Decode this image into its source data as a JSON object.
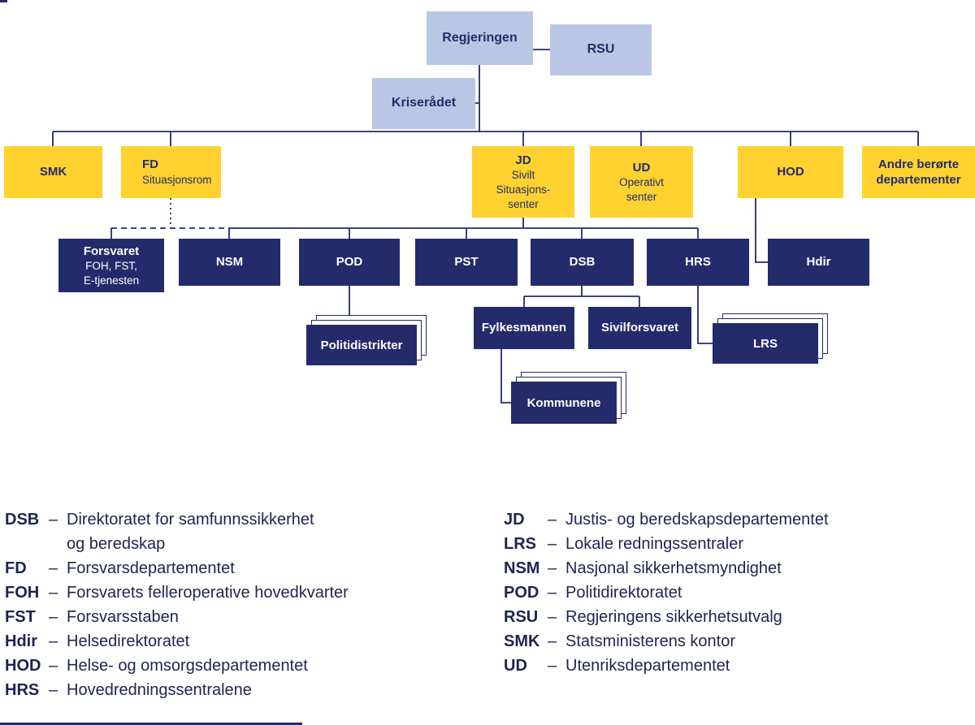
{
  "colors": {
    "light_blue": "#b9c7e5",
    "yellow": "#ffd230",
    "navy": "#242b6b",
    "line": "#242b6b",
    "box_text_on_light": "#242b6b",
    "box_text_on_dark": "#ffffff"
  },
  "nodes": {
    "regjeringen": {
      "label": "Regjeringen"
    },
    "rsu": {
      "label": "RSU"
    },
    "kriseradet": {
      "label": "Kriserådet"
    },
    "smk": {
      "label": "SMK"
    },
    "fd": {
      "title": "FD",
      "subtitle": "Situasjonsrom"
    },
    "jd": {
      "title": "JD",
      "line2": "Sivilt",
      "line3": "Situasjons-",
      "line4": "senter"
    },
    "ud": {
      "title": "UD",
      "line2": "Operativt",
      "line3": "senter"
    },
    "hod": {
      "label": "HOD"
    },
    "andre": {
      "line1": "Andre berørte",
      "line2": "departementer"
    },
    "forsvaret": {
      "title": "Forsvaret",
      "line2": "FOH, FST,",
      "line3": "E-tjenesten"
    },
    "nsm": {
      "label": "NSM"
    },
    "pod": {
      "label": "POD"
    },
    "pst": {
      "label": "PST"
    },
    "dsb": {
      "label": "DSB"
    },
    "hrs": {
      "label": "HRS"
    },
    "hdir": {
      "label": "Hdir"
    },
    "politidistrikter": {
      "label": "Politidistrikter"
    },
    "fylkesmannen": {
      "label": "Fylkesmannen"
    },
    "sivilforsvaret": {
      "label": "Sivilforsvaret"
    },
    "lrs": {
      "label": "LRS"
    },
    "kommunene": {
      "label": "Kommunene"
    }
  },
  "legend": {
    "left": [
      {
        "abbr": "DSB",
        "dash": "–",
        "text": "Direktoratet for samfunnssikkerhet\nog beredskap"
      },
      {
        "abbr": "FD",
        "dash": "–",
        "text": "Forsvarsdepartementet"
      },
      {
        "abbr": "FOH",
        "dash": "–",
        "text": "Forsvarets felleroperative hovedkvarter"
      },
      {
        "abbr": "FST",
        "dash": "–",
        "text": "Forsvarsstaben"
      },
      {
        "abbr": "Hdir",
        "dash": "–",
        "text": "Helsedirektoratet"
      },
      {
        "abbr": "HOD",
        "dash": "–",
        "text": "Helse- og omsorgsdepartementet"
      },
      {
        "abbr": "HRS",
        "dash": "–",
        "text": "Hovedredningssentralene"
      }
    ],
    "right": [
      {
        "abbr": "JD",
        "dash": "–",
        "text": "Justis- og beredskapsdepartementet"
      },
      {
        "abbr": "LRS",
        "dash": "–",
        "text": "Lokale redningssentraler"
      },
      {
        "abbr": "NSM",
        "dash": "–",
        "text": "Nasjonal sikkerhetsmyndighet"
      },
      {
        "abbr": "POD",
        "dash": "–",
        "text": "Politidirektoratet"
      },
      {
        "abbr": "RSU",
        "dash": "–",
        "text": "Regjeringens sikkerhetsutvalg"
      },
      {
        "abbr": "SMK",
        "dash": "–",
        "text": "Statsministerens kontor"
      },
      {
        "abbr": "UD",
        "dash": "–",
        "text": "Utenriksdepartementet"
      }
    ]
  }
}
